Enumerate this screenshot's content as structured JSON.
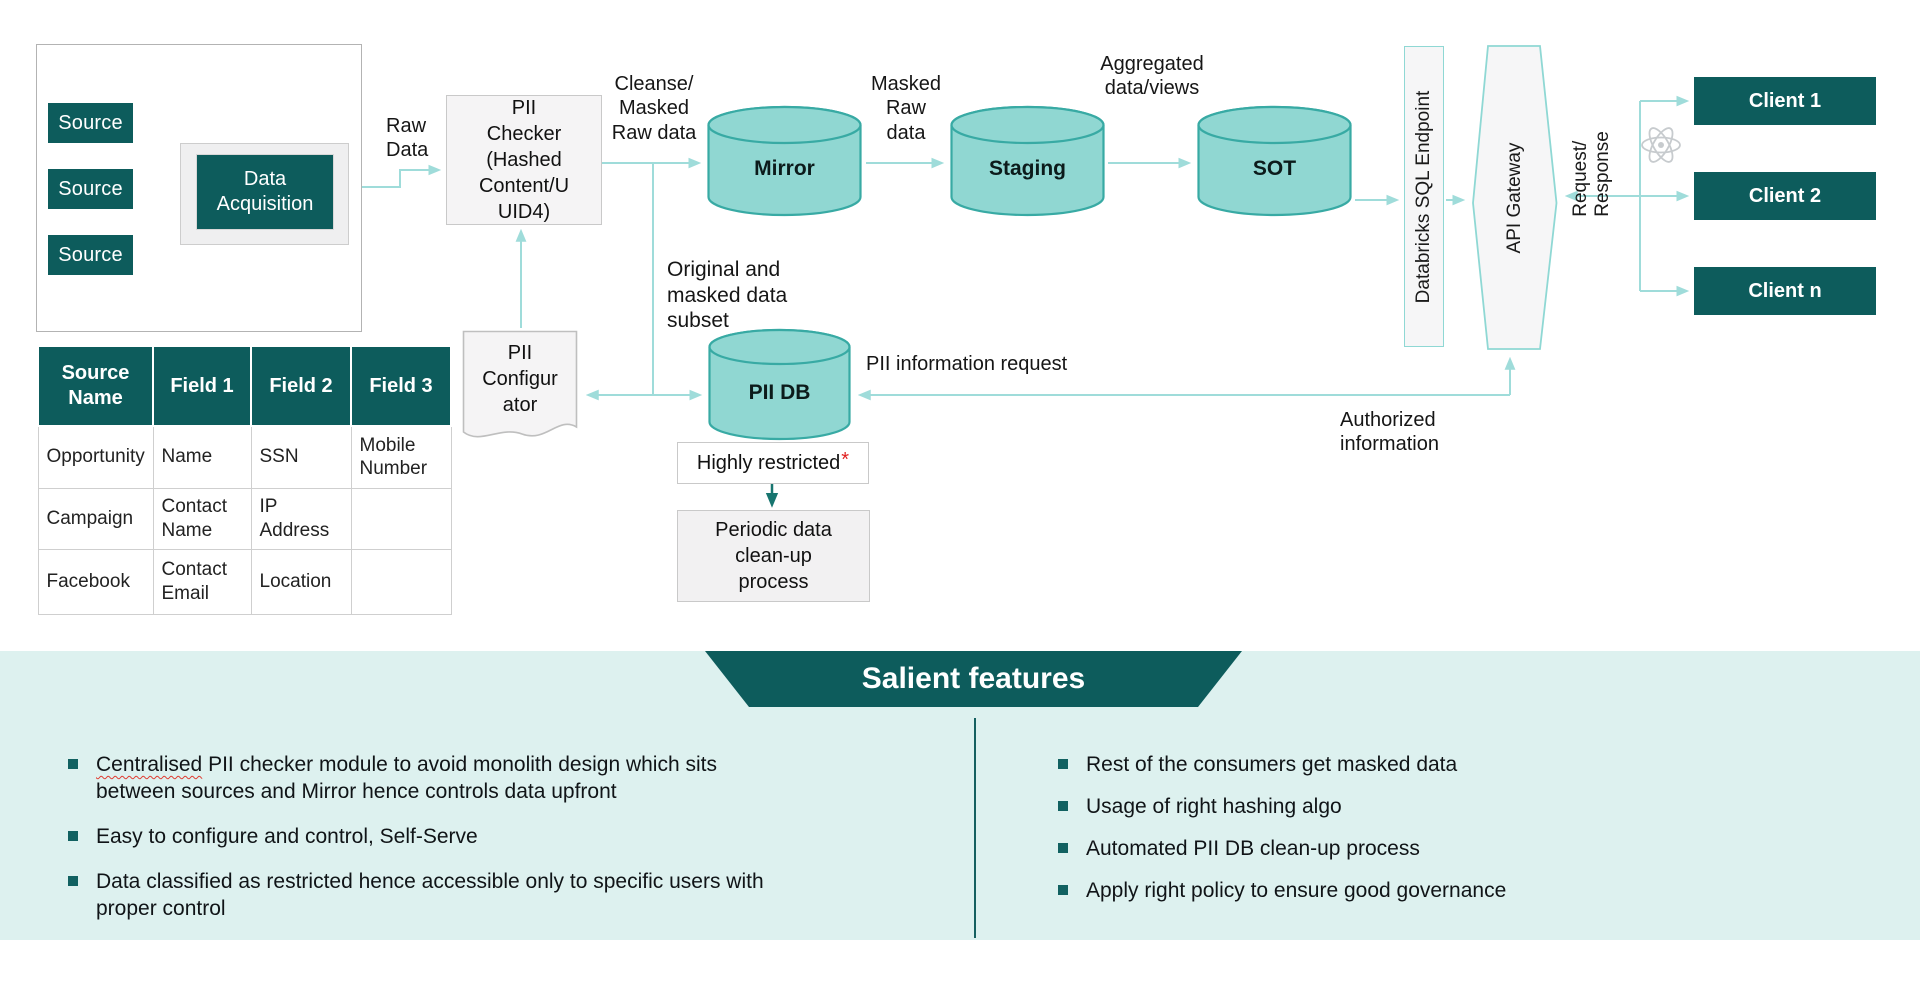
{
  "colors": {
    "accent_dark_teal": "#0d5c5c",
    "cylinder_fill": "#90d7d2",
    "cylinder_stroke": "#38aaa4",
    "connector_teal": "#9fdcda",
    "dark_arrow": "#17756f",
    "mint_background": "#ddf1ef",
    "restricted_asterisk_red": "#e01f1f"
  },
  "diagram": {
    "sources": [
      "Source",
      "Source",
      "Source"
    ],
    "data_acquisition_label": "Data\nAcquisition",
    "raw_data_label": "Raw\nData",
    "pii_checker_label": "PII\nChecker\n(Hashed\nContent/U\nUID4)",
    "cleanse_label": "Cleanse/\nMasked\nRaw data",
    "mirror_label": "Mirror",
    "masked_raw_label": "Masked\nRaw\ndata",
    "staging_label": "Staging",
    "aggregated_label": "Aggregated\ndata/views",
    "sot_label": "SOT",
    "databricks_label": "Databricks SQL Endpoint",
    "api_gateway_label": "API Gateway",
    "request_response_label": "Request/\nResponse",
    "clients": [
      "Client 1",
      "Client 2",
      "Client n"
    ],
    "original_subset_label": "Original and\nmasked data\nsubset",
    "pii_db_label": "PII DB",
    "pii_request_label": "PII information request",
    "authorized_label": "Authorized\ninformation",
    "pii_configurator_label": "PII\nConfigur\nator",
    "highly_restricted": {
      "text": "Highly restricted",
      "mark": "*"
    },
    "periodic_label": "Periodic data\nclean-up\nprocess"
  },
  "table": {
    "headers": [
      "Source Name",
      "Field 1",
      "Field 2",
      "Field 3"
    ],
    "rows": [
      [
        "Opportunity",
        "Name",
        "SSN",
        "Mobile Number"
      ],
      [
        "Campaign",
        "Contact Name",
        "IP Address",
        ""
      ],
      [
        "Facebook",
        "Contact Email",
        "Location",
        ""
      ]
    ]
  },
  "features": {
    "title": "Salient features",
    "left": [
      {
        "highlight": "Centralised",
        "rest": " PII checker module to avoid monolith design which sits\nbetween sources and Mirror hence controls data upfront"
      },
      {
        "text": "Easy to configure and control, Self-Serve"
      },
      {
        "text": "Data classified as restricted hence accessible only to specific users with\nproper control"
      }
    ],
    "right": [
      {
        "text": "Rest of the consumers get masked data"
      },
      {
        "text": "Usage of right hashing algo"
      },
      {
        "text": "Automated PII DB clean-up process"
      },
      {
        "text": "Apply right policy to ensure good governance"
      }
    ]
  }
}
